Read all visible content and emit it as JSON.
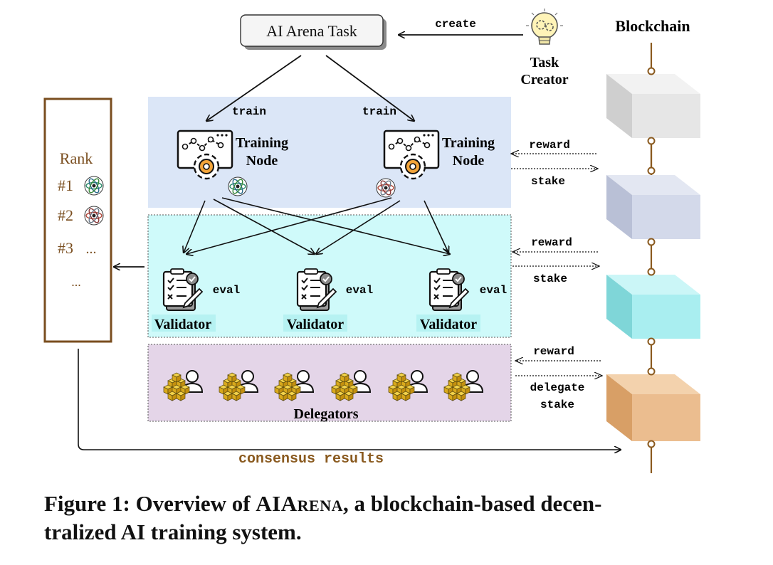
{
  "task": {
    "title": "AI Arena Task"
  },
  "task_creator": {
    "line1": "Task",
    "line2": "Creator",
    "icon": "lightbulb-gear-icon"
  },
  "blockchain": {
    "title": "Blockchain"
  },
  "edges": {
    "create": "create",
    "train": "train",
    "eval": "eval",
    "reward": "reward",
    "stake": "stake",
    "delegate": "delegate",
    "delegate_stake": "stake",
    "consensus": "consensus results"
  },
  "training_nodes": [
    {
      "line1": "Training",
      "line2": "Node"
    },
    {
      "line1": "Training",
      "line2": "Node"
    }
  ],
  "validators": [
    "Validator",
    "Validator",
    "Validator"
  ],
  "delegators": {
    "label": "Delegators",
    "count": 6
  },
  "rank": {
    "title": "Rank",
    "items": [
      "#1",
      "#2",
      "#3"
    ],
    "more_inline": "...",
    "more": "..."
  },
  "caption": {
    "prefix": "Figure 1: Overview of ",
    "name": "AIArena",
    "suffix": ", a blockchain-based decen-",
    "line2": "tralized AI training system."
  },
  "colors": {
    "training_band": "#dbe6f7",
    "validator_band": "#cffafa",
    "delegator_band": "#e4d5e8",
    "consensus_text": "#8a5a1f",
    "chain_line": "#8a5a1f",
    "block1": "#e6e6e6",
    "block2": "#d3d9ea",
    "block3": "#a9eef0",
    "block4": "#ebbd8f",
    "rank_border": "#7a4e1f"
  }
}
